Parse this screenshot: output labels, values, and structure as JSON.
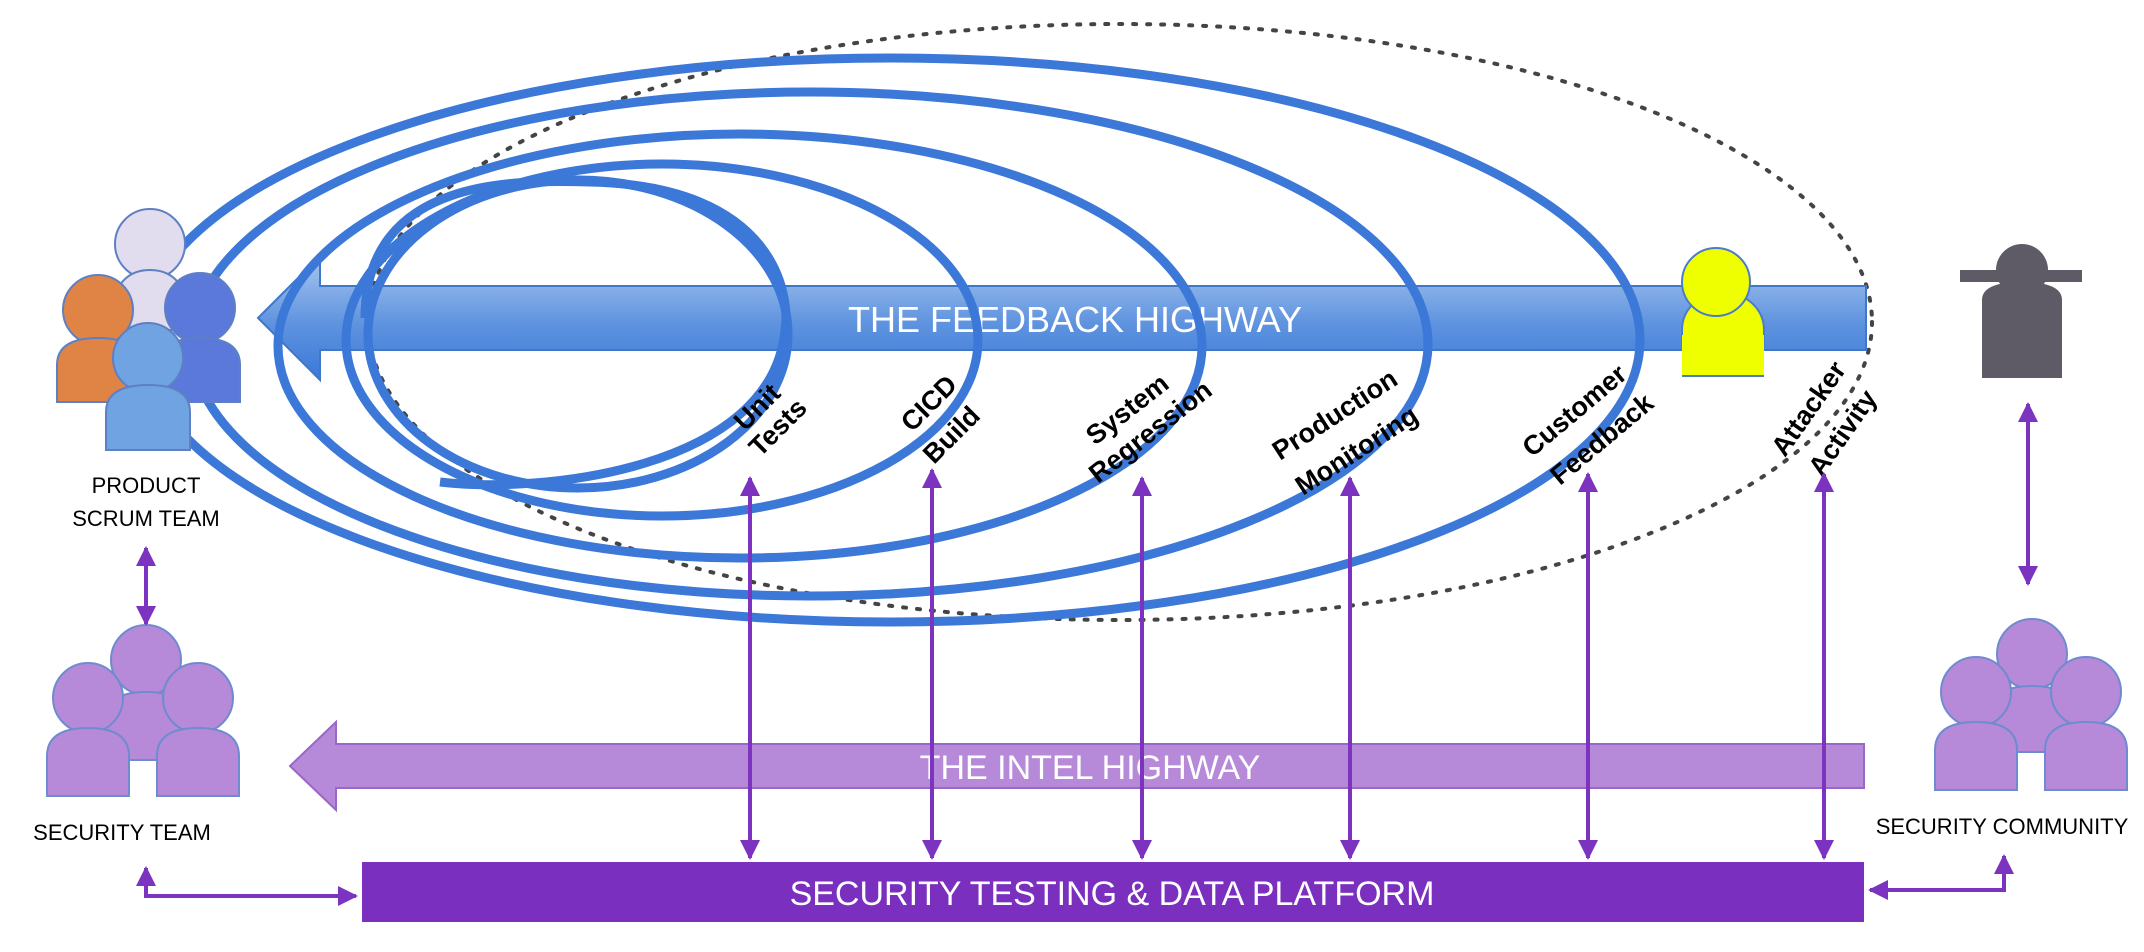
{
  "highways": {
    "feedback": "THE FEEDBACK HIGHWAY",
    "intel": "THE INTEL HIGHWAY",
    "platform": "SECURITY TESTING & DATA PLATFORM"
  },
  "actors": {
    "product_line1": "PRODUCT",
    "product_line2": "SCRUM TEAM",
    "security_team": "SECURITY TEAM",
    "security_community": "SECURITY COMMUNITY"
  },
  "loops": [
    {
      "line1": "Unit",
      "line2": "Tests"
    },
    {
      "line1": "CICD",
      "line2": "Build"
    },
    {
      "line1": "System",
      "line2": "Regression"
    },
    {
      "line1": "Production",
      "line2": "Monitoring"
    },
    {
      "line1": "Customer",
      "line2": "Feedback"
    },
    {
      "line1": "Attacker",
      "line2": "Activity"
    }
  ],
  "colors": {
    "feedback_blue": "#3b78d8",
    "intel_purple": "#b57fd8",
    "platform_purple": "#7b2fbe",
    "arrow_purple": "#7b33c0",
    "attacker_yellow": "#f0ff00",
    "hacker_gray": "#5f5b66"
  }
}
